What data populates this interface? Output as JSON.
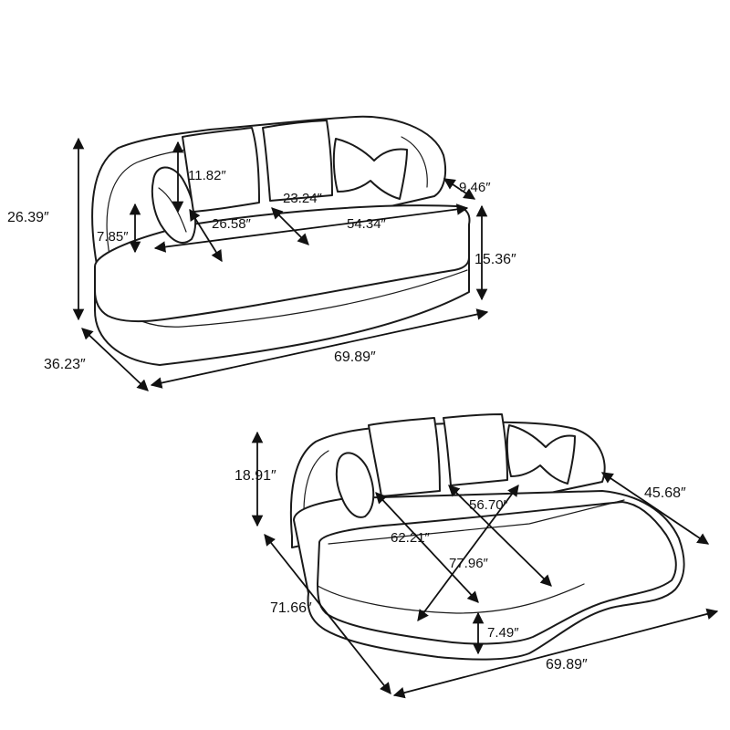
{
  "colors": {
    "line": "#1a1a1a",
    "background": "#ffffff"
  },
  "top_view": {
    "dims": {
      "height": "26.39″",
      "pillow_height": "11.82″",
      "arm_width": "9.46″",
      "pillow_width": "23.24″",
      "seat_depth": "26.58″",
      "seat_width": "54.34″",
      "arm_height": "7.85″",
      "seat_height": "15.36″",
      "depth": "36.23″",
      "width": "69.89″"
    }
  },
  "bottom_view": {
    "dims": {
      "back_height": "18.91″",
      "side_depth": "45.68″",
      "inner_width": "56.70″",
      "inner_depth": "62.21″",
      "diagonal": "77.96″",
      "depth": "71.66″",
      "mattress_height": "7.49″",
      "width": "69.89″"
    }
  }
}
